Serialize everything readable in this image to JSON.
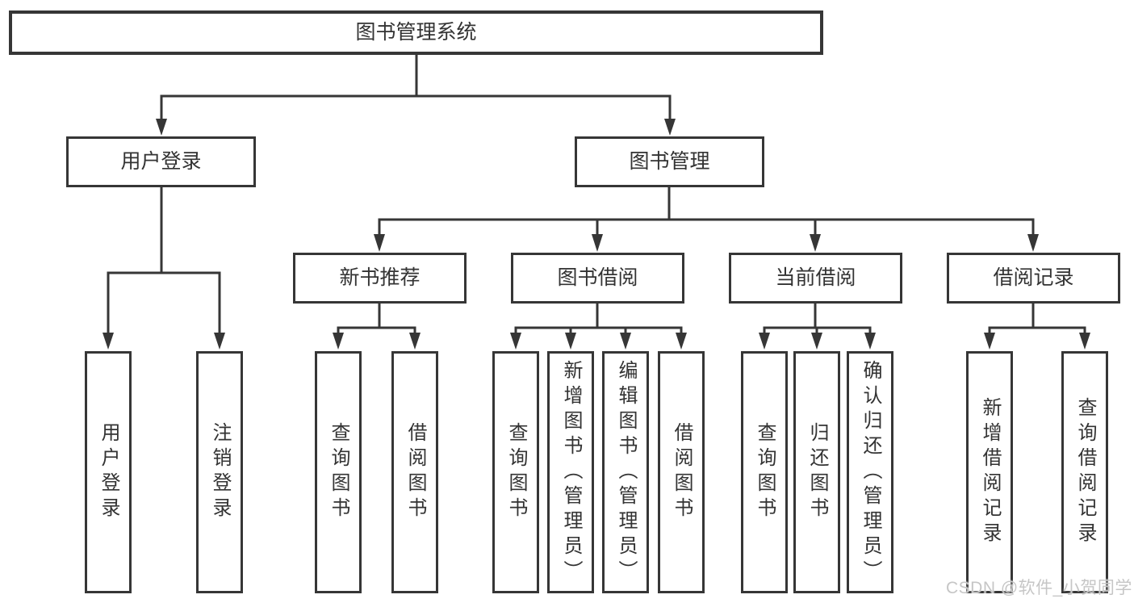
{
  "diagram": {
    "root": "图书管理系统",
    "branches": [
      {
        "label": "用户登录",
        "children": [
          {
            "label": "用户登录"
          },
          {
            "label": "注销登录"
          }
        ]
      },
      {
        "label": "图书管理",
        "children": [
          {
            "label": "新书推荐",
            "children": [
              {
                "label": "查询图书"
              },
              {
                "label": "借阅图书"
              }
            ]
          },
          {
            "label": "图书借阅",
            "children": [
              {
                "label": "查询图书"
              },
              {
                "label": "新增图书（管理员）"
              },
              {
                "label": "编辑图书（管理员）"
              },
              {
                "label": "借阅图书"
              }
            ]
          },
          {
            "label": "当前借阅",
            "children": [
              {
                "label": "查询图书"
              },
              {
                "label": "归还图书"
              },
              {
                "label": "确认归还（管理员）"
              }
            ]
          },
          {
            "label": "借阅记录",
            "children": [
              {
                "label": "新增借阅记录"
              },
              {
                "label": "查询借阅记录"
              }
            ]
          }
        ]
      }
    ]
  },
  "watermark": "CSDN @软件_小贺同学",
  "colors": {
    "line": "#363636",
    "text": "#333333",
    "watermark": "#c6c6c6",
    "background": "#ffffff"
  }
}
